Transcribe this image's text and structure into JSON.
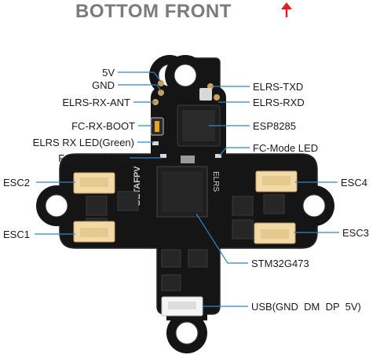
{
  "title": "BOTTOM FRONT",
  "colors": {
    "title": "#7b7b7b",
    "arrow": "#e02020",
    "leader": "#2f86c9",
    "board": "#141414",
    "connector": "#f2d9a6"
  },
  "board_text": {
    "brand": "BETAFPV",
    "elrs": "ELRS"
  },
  "labels": {
    "v5": "5V",
    "gnd": "GND",
    "elrs_rx_ant": "ELRS-RX-ANT",
    "fc_rx_boot": "FC-RX-BOOT",
    "elrs_rx_led": "ELRS RX LED(Green)",
    "fc_status_led": "FC Status LED",
    "esc2": "ESC2",
    "esc1": "ESC1",
    "elrs_txd": "ELRS-TXD",
    "elrs_rxd": "ELRS-RXD",
    "esp8285": "ESP8285",
    "fc_mode_led": "FC-Mode LED",
    "esc4": "ESC4",
    "esc3": "ESC3",
    "stm32": "STM32G473",
    "usb": "USB(GND  DM  DP  5V)"
  }
}
